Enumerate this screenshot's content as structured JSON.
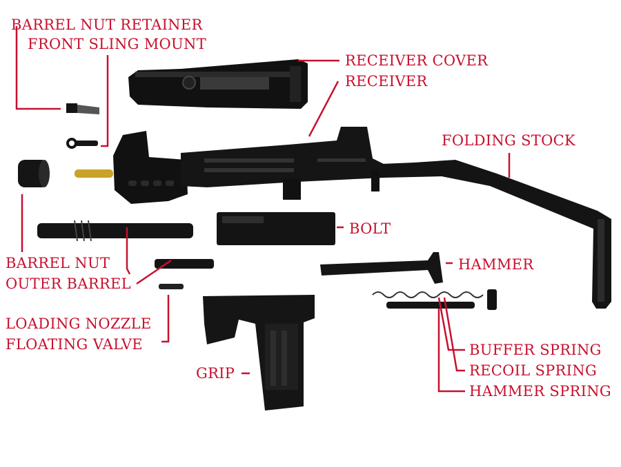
{
  "colors": {
    "label": "#c8102e",
    "part": "#111111",
    "part_highlight": "#3a3a3a",
    "brass": "#c9a227",
    "background": "#ffffff"
  },
  "labels": {
    "barrel_nut_retainer": "BARREL NUT RETAINER",
    "front_sling_mount": "FRONT SLING MOUNT",
    "receiver_cover": "RECEIVER COVER",
    "receiver": "RECEIVER",
    "folding_stock": "FOLDING STOCK",
    "bolt": "BOLT",
    "barrel_nut": "BARREL NUT",
    "outer_barrel": "OUTER BARREL",
    "hammer": "HAMMER",
    "loading_nozzle": "LOADING NOZZLE",
    "floating_valve": "FLOATING VALVE",
    "buffer_spring": "BUFFER SPRING",
    "recoil_spring": "RECOIL SPRING",
    "hammer_spring": "HAMMER SPRING",
    "grip": "GRIP"
  }
}
